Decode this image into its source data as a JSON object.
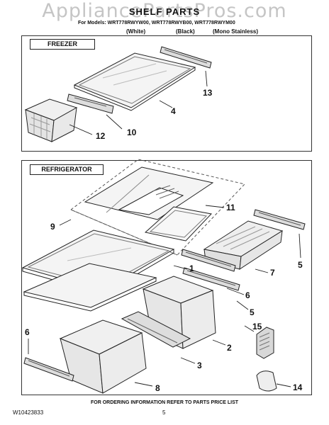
{
  "header": {
    "watermark": "AppliancePartsPros.com",
    "title": "SHELF PARTS",
    "models": "For Models: WRT778RWYW00, WRT778RWYB00, WRT778RWYM00",
    "finish_white": "(White)",
    "finish_black": "(Black)",
    "finish_mono": "(Mono Stainless)"
  },
  "sections": {
    "freezer": "FREEZER",
    "refrigerator": "REFRIGERATOR"
  },
  "callouts": [
    "13",
    "4",
    "12",
    "10",
    "11",
    "9",
    "5",
    "1",
    "7",
    "6",
    "5",
    "2",
    "15",
    "3",
    "6",
    "8",
    "14"
  ],
  "footer": {
    "note": "FOR ORDERING INFORMATION REFER TO PARTS PRICE LIST",
    "doc_number": "W10423833",
    "page": "5"
  }
}
